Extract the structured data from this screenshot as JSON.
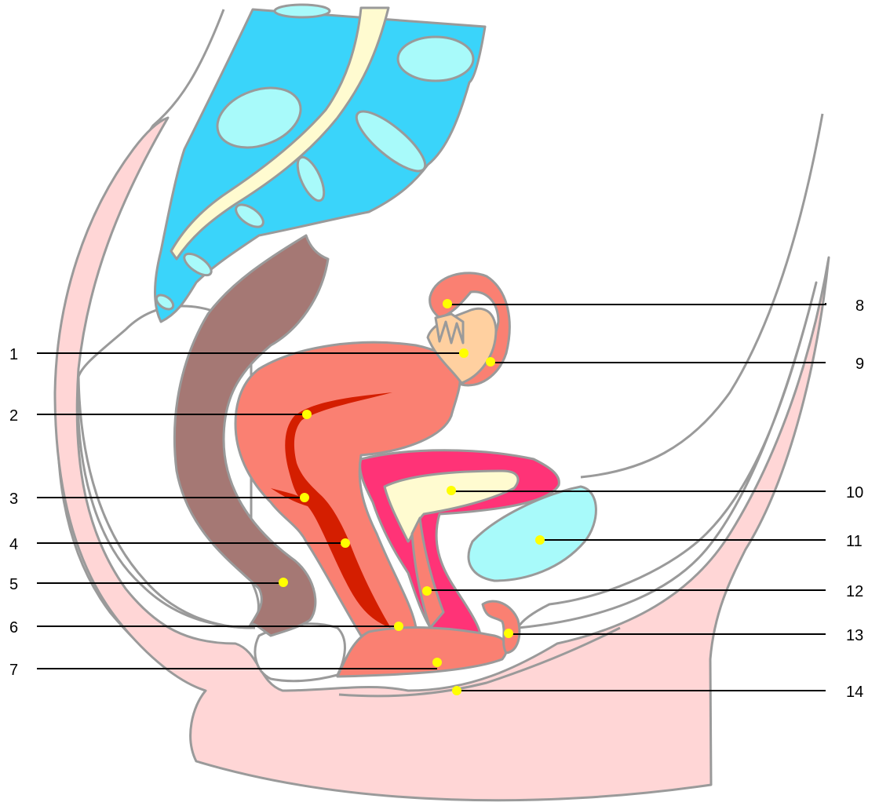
{
  "colors": {
    "skin": "#ffd6d6",
    "skin_dark": "#ffbcbc",
    "intestine": "#3ad4fa",
    "intestine_light": "#a8fafa",
    "mesentery": "#fffbd0",
    "rectum": "#a57874",
    "uterus": "#fa8072",
    "uterine_cavity": "#d41e00",
    "ovary": "#ffd0a0",
    "bladder_wall": "#ff3377",
    "bladder_lumen": "#fffbd0",
    "symphysis": "#a8fafa",
    "marker": "#ffff00",
    "leader": "#000000",
    "outline": "#9a9a9a"
  },
  "labels": {
    "l1": "1",
    "l2": "2",
    "l3": "3",
    "l4": "4",
    "l5": "5",
    "l6": "6",
    "l7": "7",
    "l8": "8",
    "l9": "9",
    "l10": "10",
    "l11": "11",
    "l12": "12",
    "l13": "13",
    "l14": "14"
  }
}
